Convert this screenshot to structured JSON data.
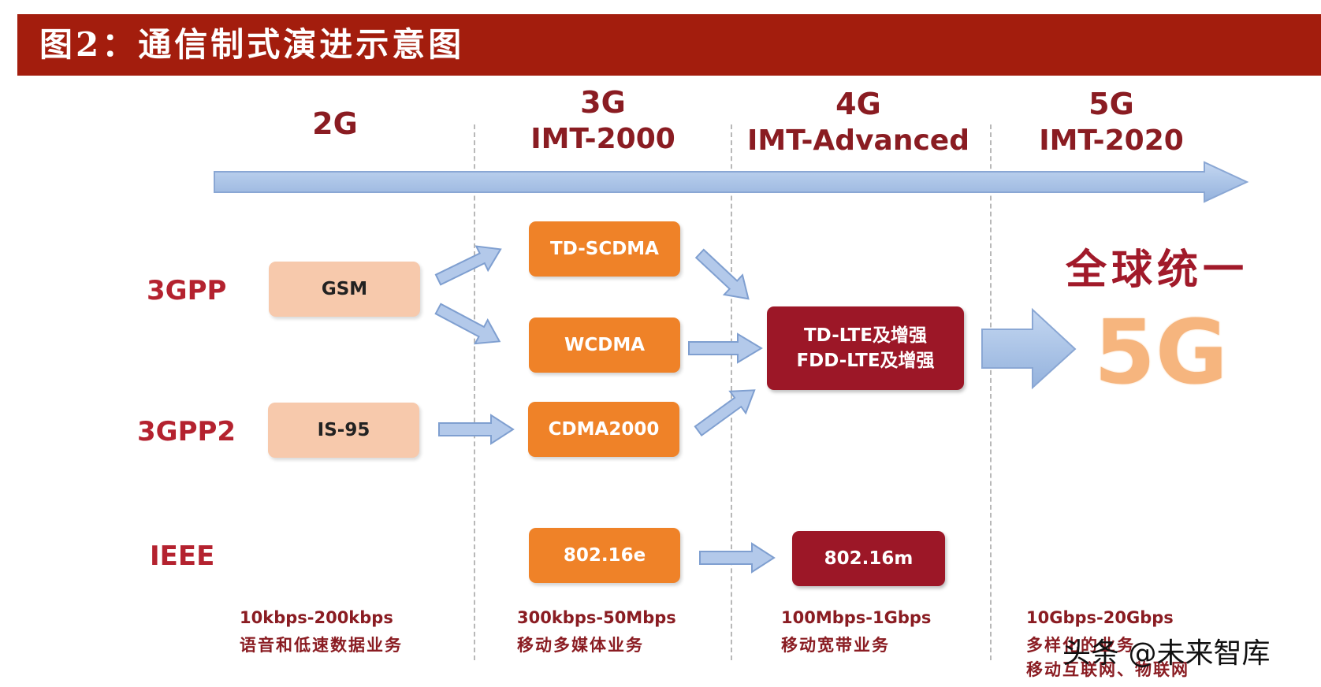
{
  "title": "图2：通信制式演进示意图",
  "generations": [
    {
      "name": "2G",
      "standard": ""
    },
    {
      "name": "3G",
      "standard": "IMT-2000"
    },
    {
      "name": "4G",
      "standard": "IMT-Advanced"
    },
    {
      "name": "5G",
      "standard": "IMT-2020"
    }
  ],
  "rows": {
    "r3gpp": "3GPP",
    "r3gpp2": "3GPP2",
    "ieee": "IEEE"
  },
  "boxes": {
    "gsm": "GSM",
    "is95": "IS-95",
    "td_scdma": "TD-SCDMA",
    "wcdma": "WCDMA",
    "cdma2000": "CDMA2000",
    "wimax_e": "802.16e",
    "lte_line1": "TD-LTE及增强",
    "lte_line2": "FDD-LTE及增强",
    "wimax_m": "802.16m"
  },
  "unify": {
    "text": "全球统一",
    "big": "5G"
  },
  "speeds": [
    {
      "rate": "10kbps-200kbps",
      "service": "语音和低速数据业务",
      "service2": ""
    },
    {
      "rate": "300kbps-50Mbps",
      "service": "移动多媒体业务",
      "service2": ""
    },
    {
      "rate": "100Mbps-1Gbps",
      "service": "移动宽带业务",
      "service2": ""
    },
    {
      "rate": "10Gbps-20Gbps",
      "service": "多样化的业务",
      "service2": "移动互联网、物联网"
    }
  ],
  "watermark": "头条 @未来智库",
  "colors": {
    "title_bg": "#a31d0d",
    "dark_red": "#9c1727",
    "orange": "#ef8228",
    "peach": "#f7c9ac",
    "arrow_blue": "#a9c4e8"
  }
}
